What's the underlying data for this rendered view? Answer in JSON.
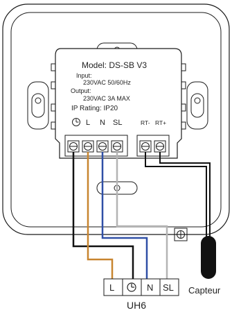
{
  "module": {
    "model": "Model: DS-SB V3",
    "input_label": "Input:",
    "input_value": "230VAC 50/60Hz",
    "output_label": "Output:",
    "output_value": "230VAC 3A MAX",
    "ip_rating": "IP Rating: IP20",
    "terminals": [
      "L",
      "N",
      "SL"
    ],
    "sensor_terminals": [
      "RT-",
      "RT+"
    ]
  },
  "bottom": {
    "terminals": [
      "L",
      "N",
      "SL"
    ],
    "unit_label": "UH6"
  },
  "sensor": {
    "label": "Capteur"
  },
  "colors": {
    "outline": "#1a1a1a",
    "wire_black": "#111111",
    "wire_brown": "#c8852f",
    "wire_blue": "#2f4fa6",
    "wire_grey": "#b4b4b4"
  },
  "icons": {
    "clock": "clock-icon",
    "earth": "ground-icon"
  }
}
